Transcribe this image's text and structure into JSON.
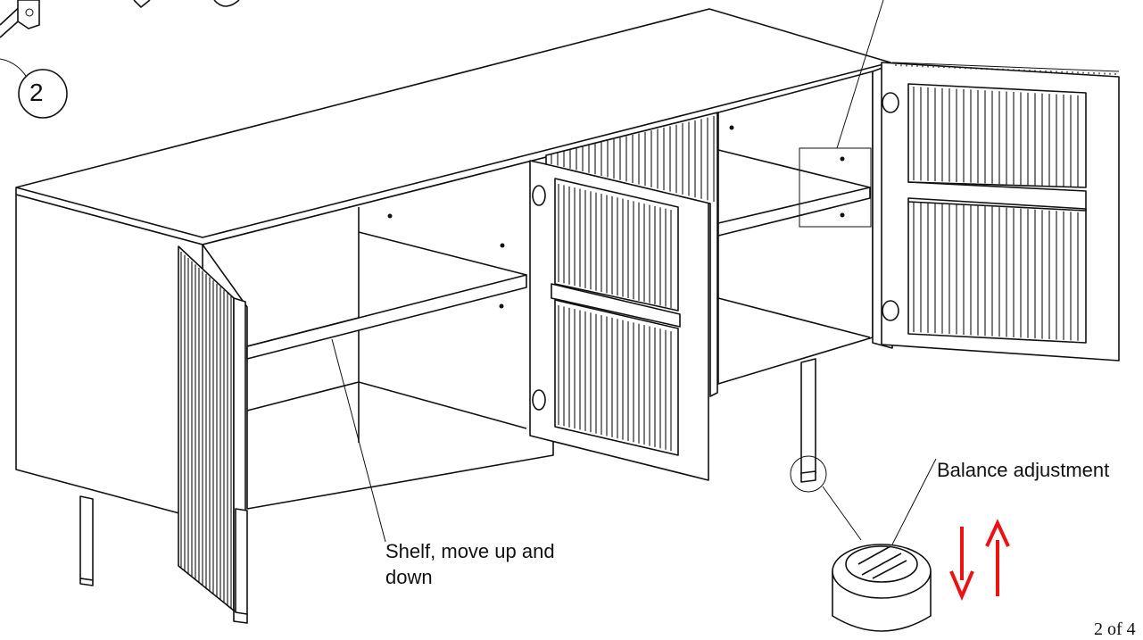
{
  "diagram": {
    "part_number": "2",
    "labels": {
      "shelf": "Shelf, move up and down",
      "balance": "Balance adjustment"
    },
    "page_indicator": "2 of 4",
    "colors": {
      "line": "#111111",
      "arrow": "#ee1111",
      "background": "#ffffff"
    },
    "icons": [
      "arrow-down-icon",
      "arrow-up-icon"
    ]
  }
}
